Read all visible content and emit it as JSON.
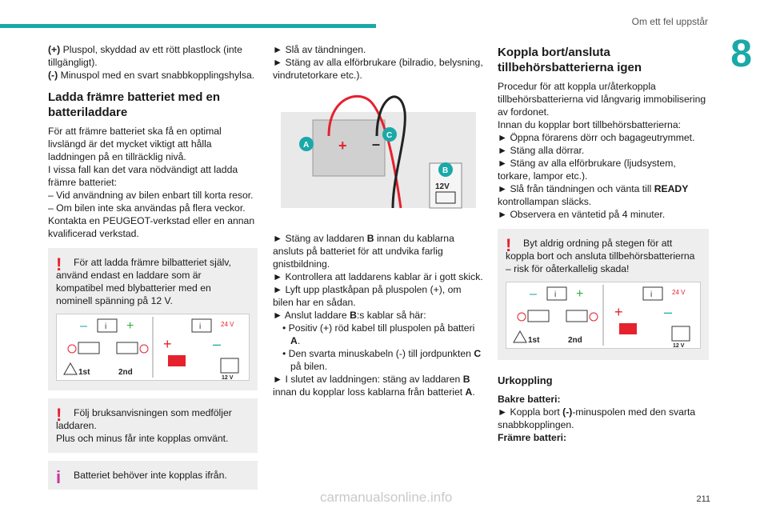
{
  "header": {
    "title": "Om ett fel uppstår",
    "chapter": "8",
    "page_number": "211"
  },
  "watermark": "carmanualsonline.info",
  "col1": {
    "plus_term": "(+)",
    "plus_text": " Pluspol, skyddad av ett rött plastlock (inte tillgängligt).",
    "minus_term": "(-)",
    "minus_text": " Minuspol med en svart snabbkopplingshylsa.",
    "heading": "Ladda främre batteriet med en batteriladdare",
    "p1": "För att främre batteriet ska få en optimal livslängd är det mycket viktigt att hålla laddningen på en tillräcklig nivå.",
    "p2": "I vissa fall kan det vara nödvändigt att ladda främre batteriet:",
    "d1": "–  Vid användning av bilen enbart till korta resor.",
    "d2": "–  Om bilen inte ska användas på flera veckor.",
    "p3": "Kontakta en PEUGEOT-verkstad eller en annan kvalificerad verkstad.",
    "warn1": "För att ladda främre bilbatteriet själv, använd endast en laddare som är kompatibel med blybatterier med en nominell spänning på 12 V.",
    "warn2a": "Följ bruksanvisningen som medföljer laddaren.",
    "warn2b": "Plus och minus får inte kopplas omvänt.",
    "info1": "Batteriet behöver inte kopplas ifrån."
  },
  "diagram": {
    "first": "1st",
    "second": "2nd",
    "volt24": "24 V",
    "volt12": "12 V",
    "book": "i"
  },
  "col2": {
    "b1": "►  Slå av tändningen.",
    "b2": "►  Stäng av alla elförbrukare (bilradio, belysning, vindrutetorkare etc.).",
    "label_a": "A",
    "label_b": "B",
    "label_c": "C",
    "label_12v": "12V",
    "b3_pre": "►  Stäng av laddaren ",
    "b3_b": "B",
    "b3_post": " innan du kablarna ansluts på batteriet för att undvika farlig gnistbildning.",
    "b4": "►  Kontrollera att laddarens kablar är i gott skick.",
    "b5": "►  Lyft upp plastkåpan på pluspolen (+), om bilen har en sådan.",
    "b6_pre": "►  Anslut laddare ",
    "b6_b": "B",
    "b6_post": ":s kablar så här:",
    "s1_pre": "•  Positiv (+) röd kabel till pluspolen på batteri ",
    "s1_b": "A",
    "s1_post": ".",
    "s2_pre": "•  Den svarta minuskabeln (-) till jordpunkten ",
    "s2_b": "C",
    "s2_post": " på bilen.",
    "b7_pre": "►  I slutet av laddningen: stäng av laddaren ",
    "b7_b1": "B",
    "b7_mid": " innan du kopplar loss kablarna från batteriet ",
    "b7_b2": "A",
    "b7_post": "."
  },
  "col3": {
    "heading": "Koppla bort/ansluta tillbehörsbatterierna igen",
    "p1": "Procedur för att koppla ur/återkoppla tillbehörsbatterierna vid långvarig immobilisering av fordonet.",
    "p2": "Innan du kopplar bort tillbehörsbatterierna:",
    "b1": "►  Öppna förarens dörr och bagageutrymmet.",
    "b2": "►  Stäng alla dörrar.",
    "b3": "►  Stäng av alla elförbrukare (ljudsystem, torkare, lampor etc.).",
    "b4_pre": "►  Slå från tändningen och vänta till ",
    "b4_b": "READY",
    "b4_post": " kontrollampan släcks.",
    "b5": "►  Observera en väntetid på 4 minuter.",
    "warn": "Byt aldrig ordning på stegen för att koppla bort och ansluta tillbehörsbatterierna – risk för oåterkallelig skada!",
    "sub": "Urkoppling",
    "rear_label": "Bakre batteri:",
    "rear_pre": "►  Koppla bort ",
    "rear_b": "(-)",
    "rear_post": "-minuspolen med den svarta snabbkopplingen.",
    "front_label": "Främre batteri:"
  },
  "colors": {
    "accent": "#1aa8a8",
    "warn": "#e5212e",
    "info": "#c23a9b",
    "box": "#eeeeee"
  }
}
